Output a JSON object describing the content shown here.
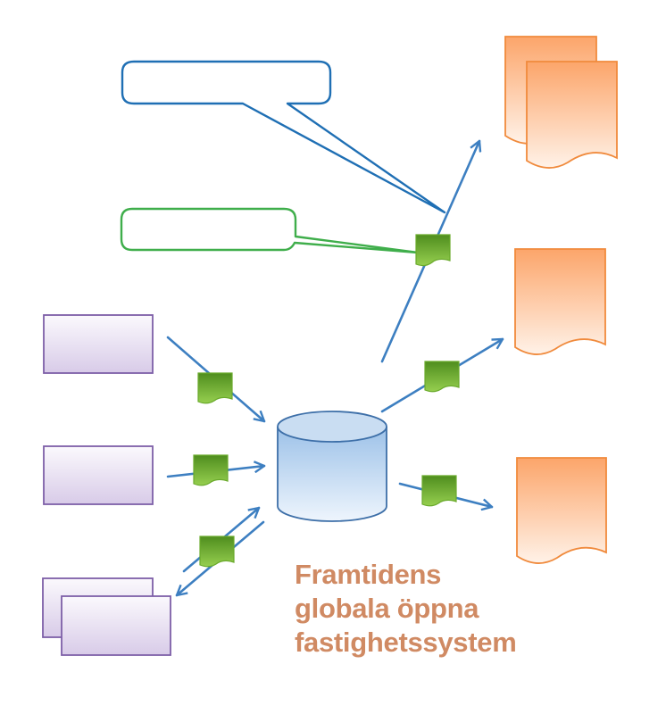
{
  "caption": {
    "line1": "Framtidens",
    "line2": "globala öppna",
    "line3": "fastighetssystem"
  },
  "colors": {
    "arrow": "#3d7fc1",
    "callout_blue": "#1f6fb4",
    "callout_green": "#3fae4b",
    "connector": "#6aaa2c",
    "source_box": "#7d5fa7",
    "document": "#f08a3c",
    "database": "#3d6fa8",
    "caption": "#d08a63"
  }
}
